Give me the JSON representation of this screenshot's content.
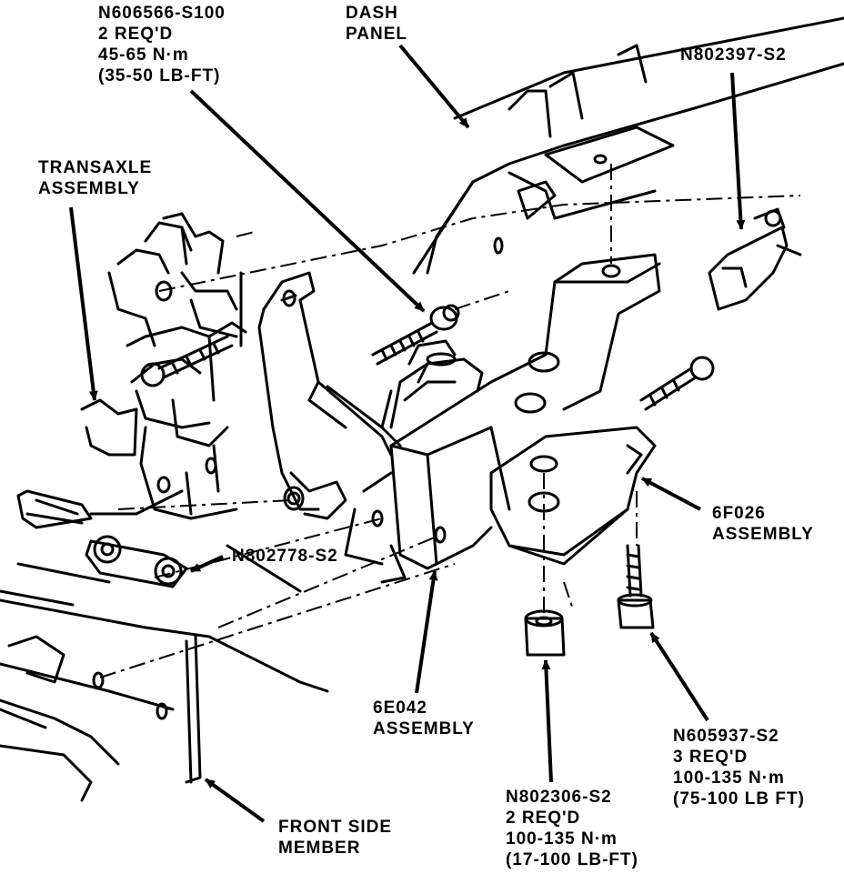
{
  "labels": {
    "upper_bolt": {
      "part": "N606566-S100",
      "qty": "2 REQ'D",
      "torque_nm": "45-65 N·m",
      "torque_lbft": "(35-50 LB-FT)"
    },
    "dash_panel": {
      "line1": "DASH",
      "line2": "PANEL"
    },
    "top_right_nut": {
      "part": "N802397-S2"
    },
    "transaxle": {
      "line1": "TRANSAXLE",
      "line2": "ASSEMBLY"
    },
    "left_nut": {
      "part": "N802778-S2"
    },
    "f026": {
      "line1": "6F026",
      "line2": "ASSEMBLY"
    },
    "e042": {
      "line1": "6E042",
      "line2": "ASSEMBLY"
    },
    "right_bolt": {
      "part": "N605937-S2",
      "qty": "3 REQ'D",
      "torque_nm": "100-135 N·m",
      "torque_lbft": "(75-100 LB FT)"
    },
    "bottom_nut": {
      "part": "N802306-S2",
      "qty": "2 REQ'D",
      "torque_nm": "100-135 N·m",
      "torque_lbft": "(17-100 LB-FT)"
    },
    "front_side_member": {
      "line1": "FRONT SIDE",
      "line2": "MEMBER"
    }
  },
  "colors": {
    "ink": "#000000",
    "paper": "#ffffff"
  }
}
